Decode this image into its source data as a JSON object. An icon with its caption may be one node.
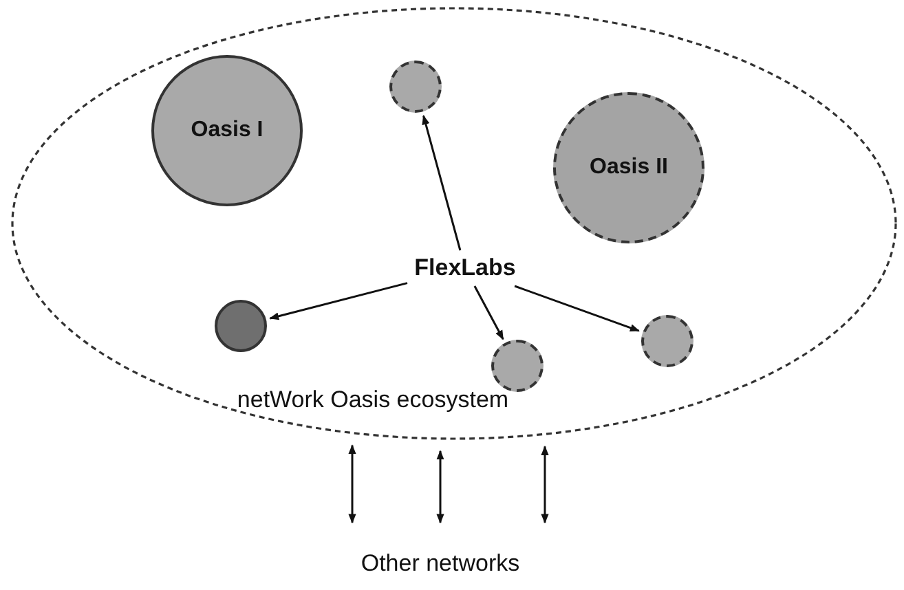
{
  "diagram": {
    "nodes": [
      {
        "text": [
          "netWork Oasis ecosystem"
        ]
      },
      {
        "text": [
          "Oasis I"
        ],
        "in": 0
      },
      {
        "text": [],
        "shape": "circle",
        "in": 0
      },
      {
        "text": [
          "Oasis II"
        ],
        "in": 0
      },
      {
        "text": [
          "FlexLabs"
        ],
        "in": 0
      },
      {
        "text": [],
        "shape": "circle",
        "in": 0
      },
      {
        "text": [],
        "shape": "circle",
        "in": 0
      },
      {
        "text": [],
        "shape": "circle",
        "in": 0
      },
      {
        "text": [
          "Other networks"
        ]
      }
    ],
    "edges": [
      {
        "from": 4,
        "to": 2,
        "arrow": "to"
      },
      {
        "from": 4,
        "to": 5,
        "arrow": "to"
      },
      {
        "from": 4,
        "to": 6,
        "arrow": "to"
      },
      {
        "from": 4,
        "to": 7,
        "arrow": "to"
      },
      {
        "from": 0,
        "to": 8,
        "arrow": "both"
      },
      {
        "from": 0,
        "to": 8,
        "arrow": "both"
      },
      {
        "from": 0,
        "to": 8,
        "arrow": "both"
      }
    ]
  }
}
